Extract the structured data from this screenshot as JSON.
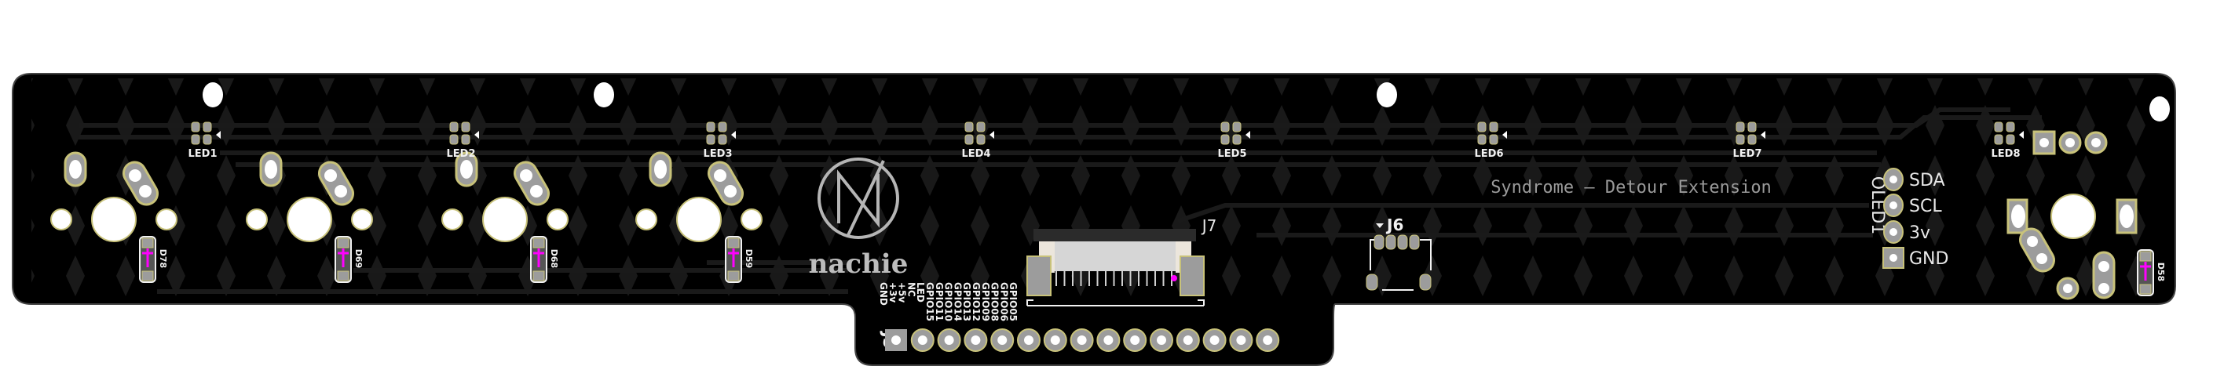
{
  "colors": {
    "board": "#000000",
    "copper": "#0e0e0e",
    "pad": "#9c9c9c",
    "ring": "#c8c27a",
    "silk": "#f2f2f2",
    "marker": "#ff00ff",
    "via": "#0a6b2a"
  },
  "leds": [
    "LED1",
    "LED2",
    "LED3",
    "LED4",
    "LED5",
    "LED6",
    "LED7",
    "LED8"
  ],
  "diodes": [
    "D78",
    "D69",
    "D68",
    "D59",
    "D58"
  ],
  "logo": {
    "text": "nachie"
  },
  "title": "Syndrome — Detour Extension",
  "j5": {
    "ref": "J5",
    "pins": [
      "GND",
      "+3v",
      "+5v",
      "NC",
      "LED",
      "GPIO15",
      "GPIO11",
      "GPIO10",
      "GPIO14",
      "GPIO13",
      "GPIO12",
      "GPIO09",
      "GPIO08",
      "GPIO06",
      "GPIO05"
    ]
  },
  "j7": {
    "ref": "J7"
  },
  "j6": {
    "ref": "J6"
  },
  "oled": {
    "ref": "OLED1",
    "pins": [
      "SDA",
      "SCL",
      "3v",
      "GND"
    ]
  }
}
